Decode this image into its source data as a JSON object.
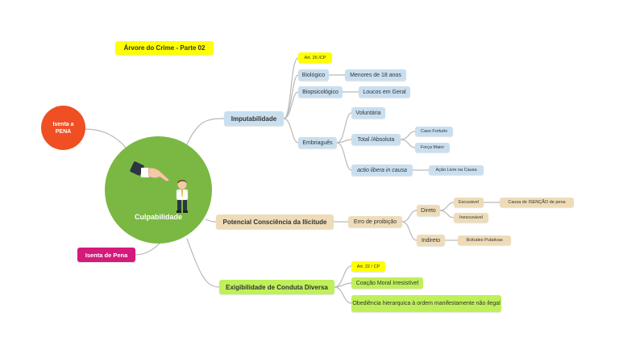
{
  "title": "Árvore do Crime - Parte 02",
  "center": {
    "label": "Culpabilidade",
    "color": "#7ab843"
  },
  "side_nodes": {
    "isenta_pena_circle": "Isenta a\nPENA",
    "isenta_pena_box": "Isenta de Pena"
  },
  "imputabilidade": {
    "label": "Imputabilidade",
    "article": "Art. 26 /CP",
    "biologico": "Biológico",
    "menores": "Menores de 18 anos",
    "biopsicologico": "Biopsicológico",
    "loucos": "Loucos em Geral",
    "embriaguez": "Embriaguês",
    "voluntaria": "Voluntária",
    "total": "Total /Absoluta",
    "caso_fortuito": "Caso Fortuito",
    "forca_maior": "Força Maior",
    "actio": "actio libera in causa",
    "acao_livre": "Ação Livre na Causa"
  },
  "potencial": {
    "label": "Potencial Consciência da Ilicitude",
    "erro": "Erro de proibição",
    "direto": "Direto",
    "escusavel": "Escusável",
    "causa_isencao": "Causa de ISENÇÃO de pena",
    "inescusavel": "Inescusável",
    "indireto": "Indireto",
    "ilicitudes": "Ilicitudes Putativas"
  },
  "exigibilidade": {
    "label": "Exigibilidade de Conduta Diversa",
    "article": "Art. 22 / CP",
    "coacao": "Coação Moral Irresistível",
    "obediencia": "Obediência hierarquica à ordem manifestamente não ilegal"
  },
  "colors": {
    "blue": "#c9dff0",
    "tan": "#eedcb8",
    "green": "#bff05a",
    "yellow": "#ffff00",
    "orange": "#f04e23",
    "magenta": "#d21b7a"
  },
  "icons": [
    "pointing-hand-icon",
    "person-icon"
  ]
}
